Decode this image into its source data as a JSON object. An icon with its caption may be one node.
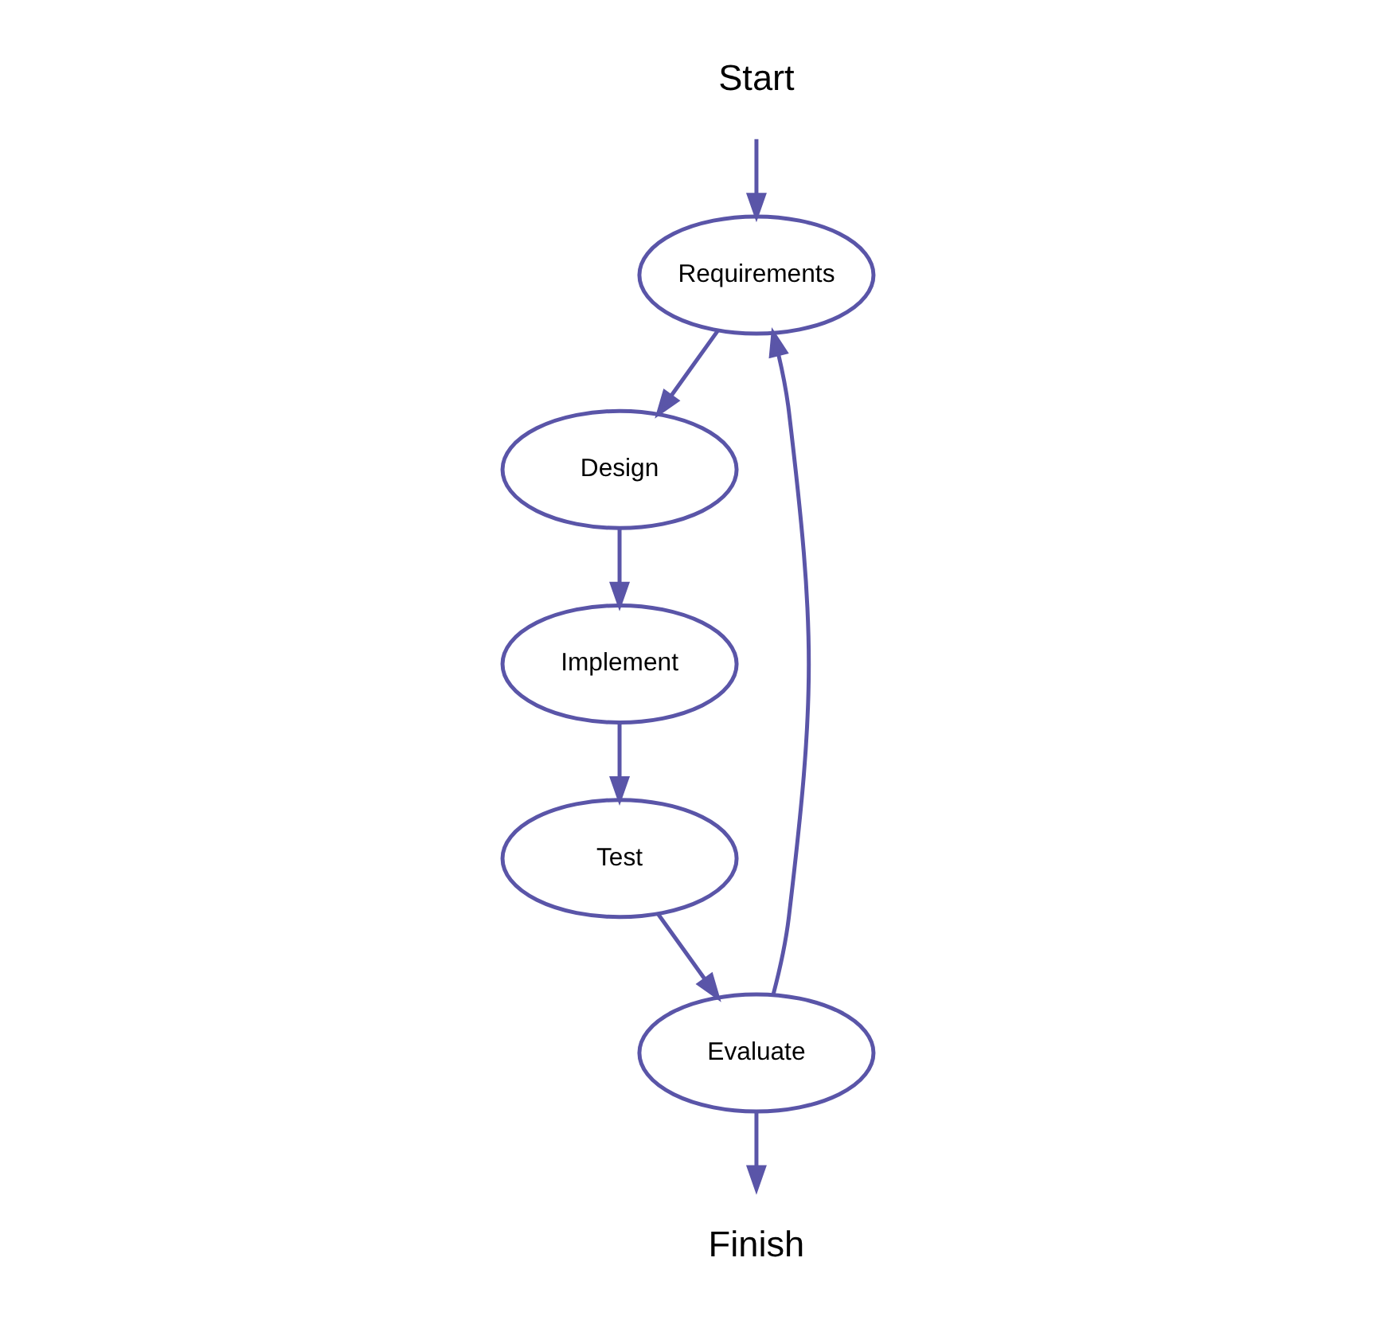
{
  "diagram": {
    "nodes": [
      {
        "text": [
          "Start"
        ]
      },
      {
        "text": [
          "Requirements"
        ]
      },
      {
        "text": [
          "Design"
        ]
      },
      {
        "text": [
          "Implement"
        ]
      },
      {
        "text": [
          "Test"
        ]
      },
      {
        "text": [
          "Evaluate"
        ]
      },
      {
        "text": [
          "Finish"
        ]
      }
    ],
    "edges": [
      {
        "from": 0,
        "to": 1,
        "arrow": "to"
      },
      {
        "from": 1,
        "to": 2,
        "arrow": "to"
      },
      {
        "from": 2,
        "to": 3,
        "arrow": "to"
      },
      {
        "from": 3,
        "to": 4,
        "arrow": "to"
      },
      {
        "from": 4,
        "to": 5,
        "arrow": "to"
      },
      {
        "from": 5,
        "to": 1,
        "arrow": "to"
      },
      {
        "from": 5,
        "to": 6,
        "arrow": "to"
      }
    ]
  }
}
